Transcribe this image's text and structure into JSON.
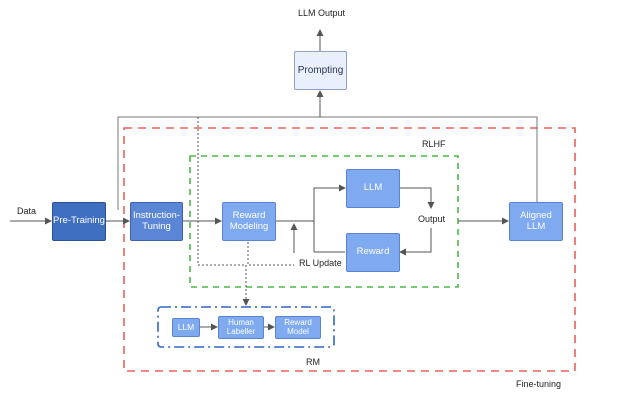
{
  "diagram": {
    "labels": {
      "llm_output": "LLM Output",
      "data": "Data",
      "rlhf": "RLHF",
      "output": "Output",
      "rl_update": "RL Update",
      "rm": "RM",
      "fine_tuning": "Fine-tuning"
    },
    "nodes": {
      "prompting": "Prompting",
      "pre_training": "Pre-Training",
      "instruction_tuning": "Instruction-\nTuning",
      "reward_modeling": "Reward\nModeling",
      "llm": "LLM",
      "reward": "Reward",
      "aligned_llm": "Aligned\nLLM",
      "rm_llm": "LLM",
      "human_labeller": "Human\nLabeller",
      "reward_model": "Reward\nModel"
    },
    "colors": {
      "fine_tuning_border": "#E8625A",
      "rlhf_border": "#4CB84A",
      "rm_border": "#2F64C8",
      "arrow": "#555555"
    }
  }
}
